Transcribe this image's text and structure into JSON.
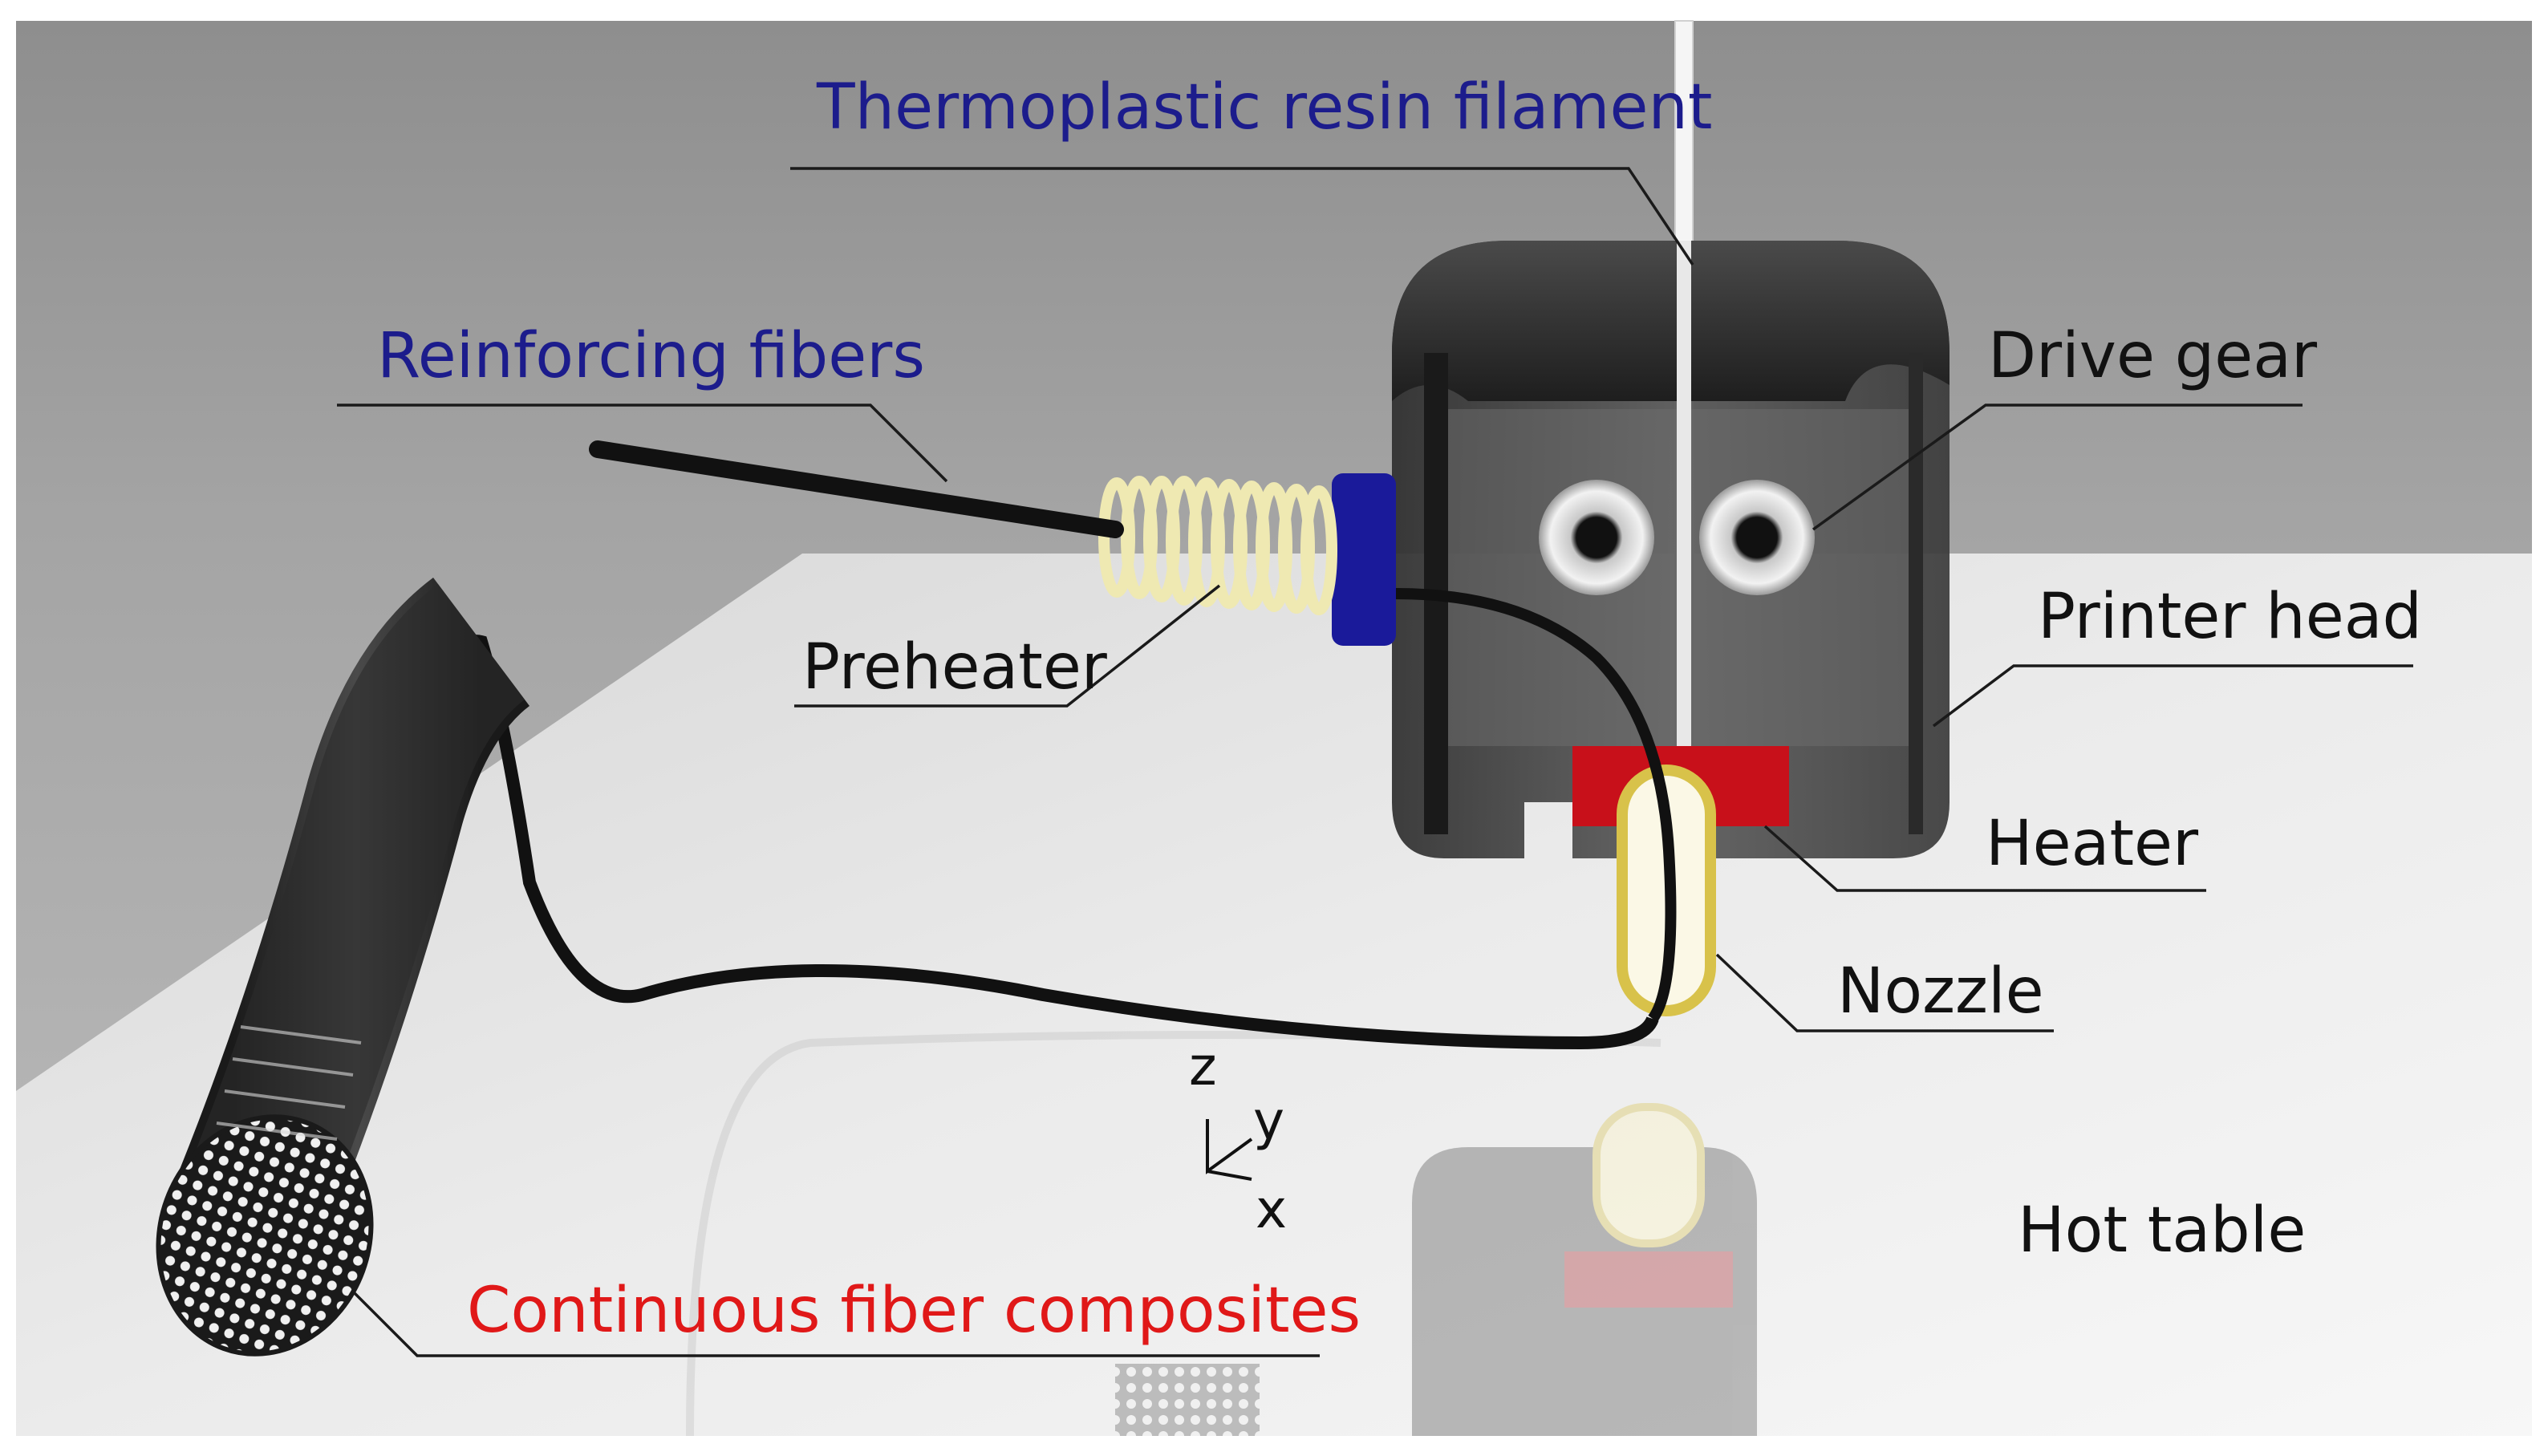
{
  "labels": {
    "filament": "Thermoplastic resin filament",
    "reinforcing": "Reinforcing fibers",
    "drive_gear": "Drive gear",
    "preheater": "Preheater",
    "printer_head": "Printer head",
    "heater": "Heater",
    "nozzle": "Nozzle",
    "hot_table": "Hot table",
    "composites": "Continuous fiber composites"
  },
  "axes": {
    "z": "z",
    "y": "y",
    "x": "x"
  },
  "colors": {
    "filament_label": "#1c1c8c",
    "reinforcing_label": "#1c1c8c",
    "composites_label": "#e01818",
    "black_label": "#111111",
    "heater": "#c8101a",
    "preheater_block": "#1a1a9a",
    "nozzle": "#e0c848",
    "coil": "#f4f0c0"
  }
}
